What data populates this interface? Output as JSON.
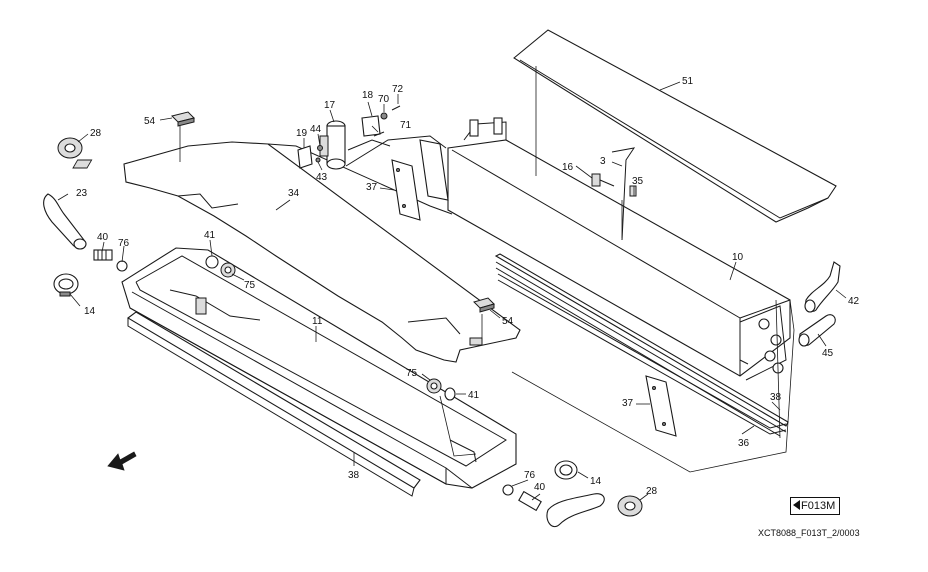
{
  "callouts": [
    {
      "id": "c51",
      "text": "51"
    },
    {
      "id": "c28a",
      "text": "28"
    },
    {
      "id": "c23",
      "text": "23"
    },
    {
      "id": "c40a",
      "text": "40"
    },
    {
      "id": "c76a",
      "text": "76"
    },
    {
      "id": "c14a",
      "text": "14"
    },
    {
      "id": "c54a",
      "text": "54"
    },
    {
      "id": "c17",
      "text": "17"
    },
    {
      "id": "c18",
      "text": "18"
    },
    {
      "id": "c70",
      "text": "70"
    },
    {
      "id": "c72",
      "text": "72"
    },
    {
      "id": "c71",
      "text": "71"
    },
    {
      "id": "c19",
      "text": "19"
    },
    {
      "id": "c44",
      "text": "44"
    },
    {
      "id": "c43",
      "text": "43"
    },
    {
      "id": "c37a",
      "text": "37"
    },
    {
      "id": "c34",
      "text": "34"
    },
    {
      "id": "c41a",
      "text": "41"
    },
    {
      "id": "c75a",
      "text": "75"
    },
    {
      "id": "c11",
      "text": "11"
    },
    {
      "id": "c54b",
      "text": "54"
    },
    {
      "id": "c16",
      "text": "16"
    },
    {
      "id": "c3",
      "text": "3"
    },
    {
      "id": "c35",
      "text": "35"
    },
    {
      "id": "c10",
      "text": "10"
    },
    {
      "id": "c42",
      "text": "42"
    },
    {
      "id": "c45",
      "text": "45"
    },
    {
      "id": "c75b",
      "text": "75"
    },
    {
      "id": "c41b",
      "text": "41"
    },
    {
      "id": "c37b",
      "text": "37"
    },
    {
      "id": "c38a",
      "text": "38"
    },
    {
      "id": "c36",
      "text": "36"
    },
    {
      "id": "c38b",
      "text": "38"
    },
    {
      "id": "c76b",
      "text": "76"
    },
    {
      "id": "c40b",
      "text": "40"
    },
    {
      "id": "c14b",
      "text": "14"
    },
    {
      "id": "c28b",
      "text": "28"
    }
  ],
  "figure_code": "F013M",
  "drawing_ref": "XCT8088_F013T_2/0003"
}
